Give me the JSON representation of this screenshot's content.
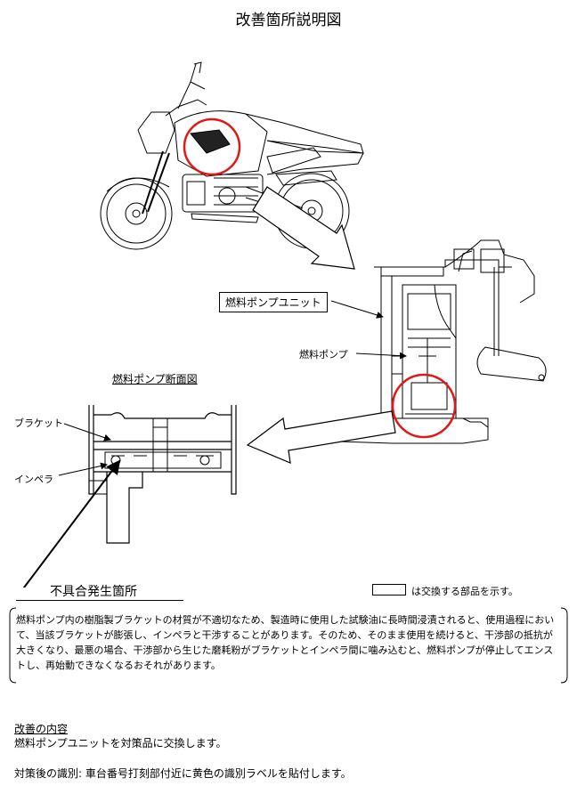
{
  "title": "改善箇所説明図",
  "labels": {
    "fuel_pump_unit": "燃料ポンプユニット",
    "fuel_pump": "燃料ポンプ",
    "cross_section": "燃料ポンプ断面図",
    "bracket": "ブラケット",
    "impeller": "インペラ",
    "defect_location": "不具合発生箇所"
  },
  "legend": {
    "text": "は交換する部品を示す。"
  },
  "description": "燃料ポンプ内の樹脂製ブラケットの材質が不適切なため、製造時に使用した試験油に長時間浸漬されると、使用過程において、当該ブラケットが膨張し、インペラと干渉することがあります。そのため、そのまま使用を続けると、干渉部の抵抗が大きくなり、最悪の場合、干渉部から生じた磨耗粉がブラケットとインペラ間に噛み込むと、燃料ポンプが停止してエンストし、再始動できなくなるおそれがあります。",
  "improvement": {
    "heading": "改善の内容",
    "text": "燃料ポンプユニットを対策品に交換します。"
  },
  "identification": "対策後の識別: 車台番号打刻部付近に黄色の識別ラベルを貼付します。",
  "colors": {
    "highlight_circle": "#e01818",
    "line": "#000000"
  }
}
